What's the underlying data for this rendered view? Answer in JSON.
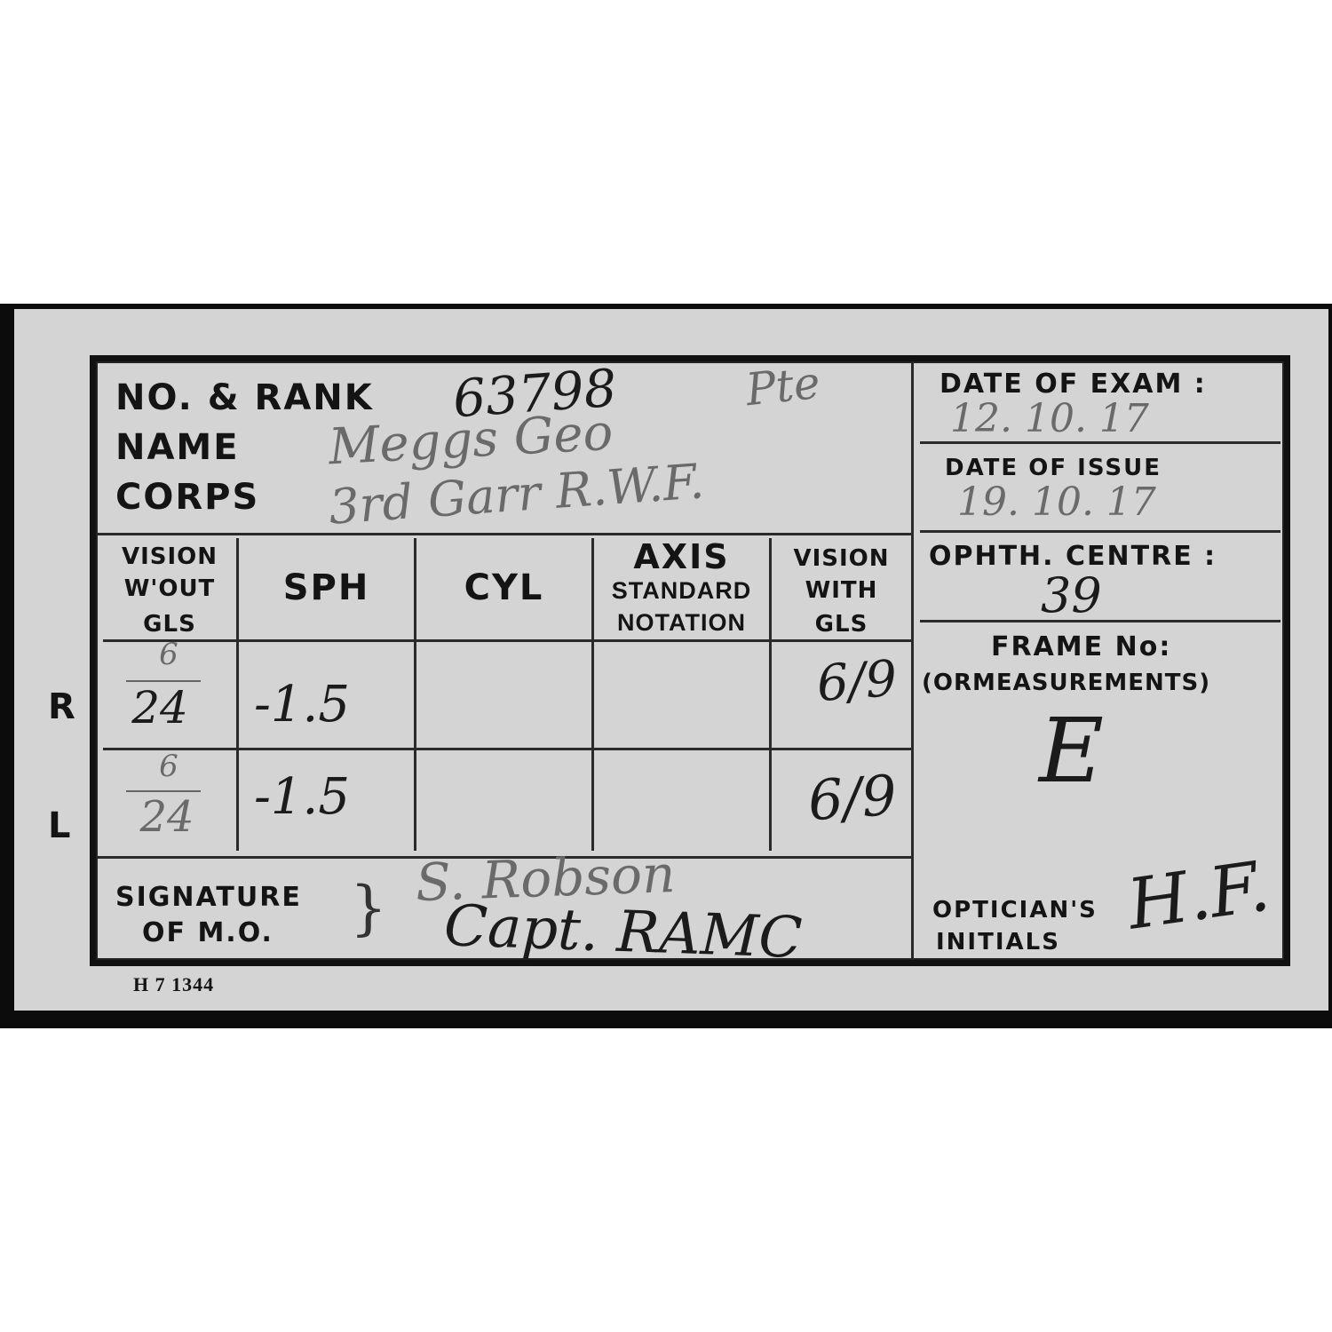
{
  "form": {
    "labels": {
      "no_rank": "NO. & RANK",
      "name": "NAME",
      "corps": "CORPS",
      "date_of_exam": "DATE OF EXAM :",
      "date_of_issue": "DATE OF ISSUE",
      "ophth_centre": "OPHTH. CENTRE :",
      "frame_no": "FRAME No:",
      "or_measurements": "(ORMEASUREMENTS)",
      "opticians_initials_1": "OPTICIAN'S",
      "opticians_initials_2": "INITIALS",
      "signature_1": "SIGNATURE",
      "signature_2": "OF M.O.",
      "row_r": "R",
      "row_l": "L",
      "form_number": "H 7 1344"
    },
    "table_headers": {
      "vision_wout": [
        "VISION",
        "W'OUT",
        "GLS"
      ],
      "sph": "SPH",
      "cyl": "CYL",
      "axis": [
        "AXIS",
        "STANDARD",
        "NOTATION"
      ],
      "vision_with": [
        "VISION",
        "WITH",
        "GLS"
      ]
    }
  },
  "entries": {
    "number": "63798",
    "rank": "Pte",
    "name": "Meggs Geo",
    "corps": "3rd Garr R.W.F.",
    "date_of_exam": "12. 10. 17",
    "date_of_issue": "19. 10. 17",
    "ophth_centre": "39",
    "frame_no": "E",
    "opticians_initials": "H.F.",
    "signature_line1": "S. Robson",
    "signature_line2": "Capt. RAMC",
    "right": {
      "vision_without_num": "6",
      "vision_without_den": "24",
      "sph": "-1.5",
      "vision_with": "6/9"
    },
    "left": {
      "vision_without_num": "6",
      "vision_without_den": "24",
      "sph": "-1.5",
      "vision_with": "6/9"
    }
  }
}
